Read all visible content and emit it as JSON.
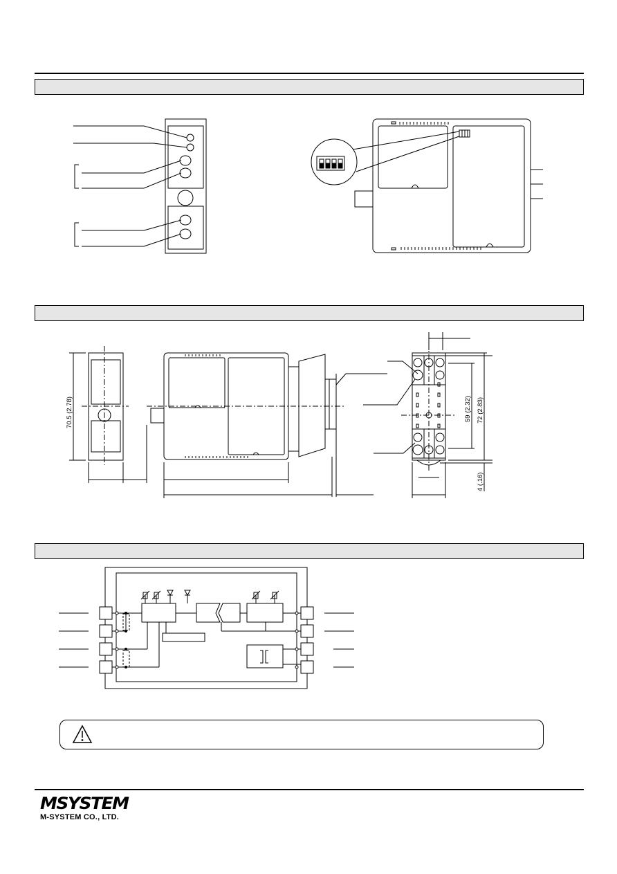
{
  "drawing": {
    "side_height_dim": "70.5 (2.78)",
    "base_inner_dim": "59 (2.32)",
    "base_outer_dim": "72 (2.83)",
    "base_bottom_dim": "4 (.16)"
  },
  "footer": {
    "logo_mark": "MSYSTEM",
    "company": "M-SYSTEM CO., LTD."
  },
  "icons": {
    "warning": "warning-triangle-icon"
  }
}
